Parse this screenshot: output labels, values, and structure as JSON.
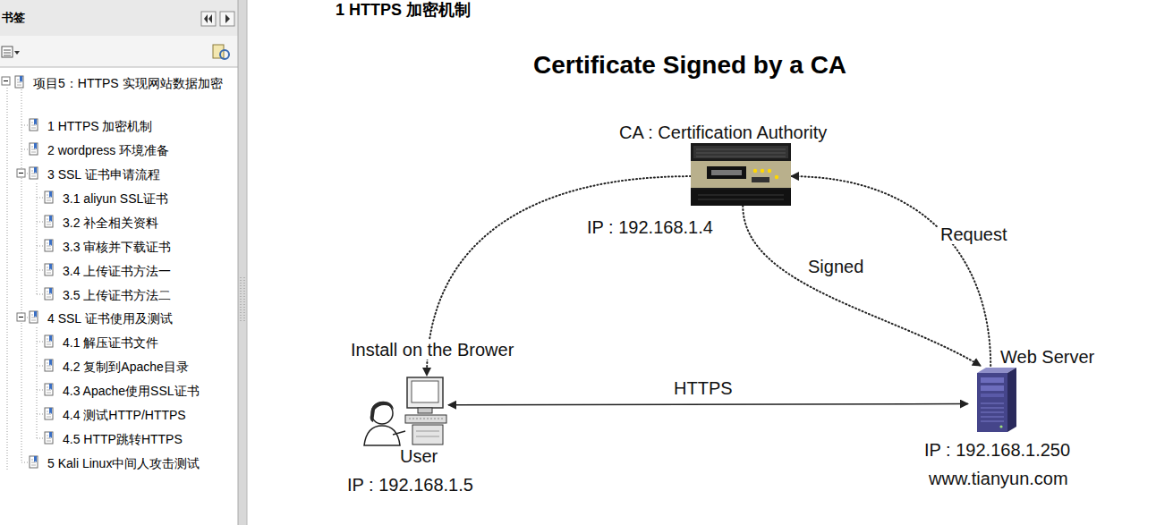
{
  "diagram": {
    "title": "Certificate Signed by a CA",
    "nodes": [
      {
        "text": [
          "CA : Certification Authority",
          "IP : 192.168.1.4"
        ]
      },
      {
        "text": [
          "User",
          "IP : 192.168.1.5"
        ]
      },
      {
        "text": [
          "Web Server",
          "IP : 192.168.1.250",
          "www.tianyun.com"
        ]
      }
    ],
    "edges": [
      {
        "from": 0,
        "to": 1,
        "label": "Install on the Brower",
        "arrow": "to"
      },
      {
        "from": 0,
        "to": 2,
        "label": "Signed",
        "arrow": "to"
      },
      {
        "from": 2,
        "to": 0,
        "label": "Request",
        "arrow": "to"
      },
      {
        "from": 1,
        "to": 2,
        "label": "HTTPS",
        "arrow": "both"
      }
    ],
    "labels": [
      "书签",
      "项目5：HTTPS 实现网站数据加密",
      "1 HTTPS 加密机制",
      "2 wordpress 环境准备",
      "3 SSL 证书申请流程",
      "3.1 aliyun SSL证书",
      "3.2 补全相关资料",
      "3.3 审核并下载证书",
      "3.4 上传证书方法一",
      "3.5 上传证书方法二",
      "4 SSL 证书使用及测试",
      "4.1 解压证书文件",
      "4.2 复制到Apache目录",
      "4.3 Apache使用SSL证书",
      "4.4 测试HTTP/HTTPS",
      "4.5 HTTP跳转HTTPS",
      "5 Kali Linux中间人攻击测试",
      "1 HTTPS 加密机制"
    ]
  }
}
